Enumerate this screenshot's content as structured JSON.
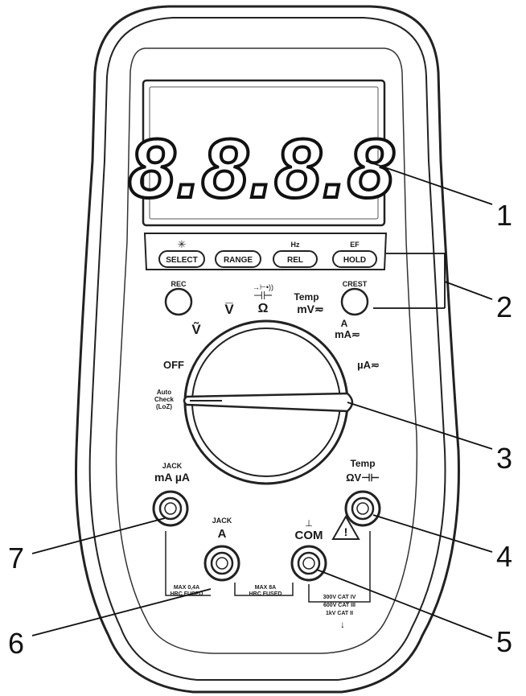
{
  "display": {
    "digits": "8.8.8.8"
  },
  "buttons": {
    "select": "SELECT",
    "range": "RANGE",
    "rel": "REL",
    "hold": "HOLD",
    "rel_top": "Hz",
    "hold_top": "EF",
    "rec": "REC",
    "crest": "CREST"
  },
  "dial": {
    "off": "OFF",
    "v_ac": "Ṽ",
    "v_dc": "V̅",
    "ohm": "Ω",
    "temp": "Temp",
    "mv": "mV≂",
    "a": "A",
    "ma": "mA≂",
    "ua": "µA≂",
    "auto1": "Auto",
    "auto2": "Check",
    "auto3": "(LoZ)"
  },
  "jacks": {
    "left_top": "JACK",
    "left": "mA µA",
    "a_top": "JACK",
    "a": "A",
    "com": "COM",
    "right_top": "Temp",
    "right": "ΩV⊣⊢",
    "fuse1a": "MAX 0,4A",
    "fuse1b": "HRC FUSED",
    "fuse2a": "MAX 8A",
    "fuse2b": "HRC FUSED",
    "cat1": "300V CAT IV",
    "cat2": "600V CAT III",
    "cat3": "1kV CAT II"
  },
  "callouts": [
    "1",
    "2",
    "3",
    "4",
    "5",
    "6",
    "7"
  ]
}
